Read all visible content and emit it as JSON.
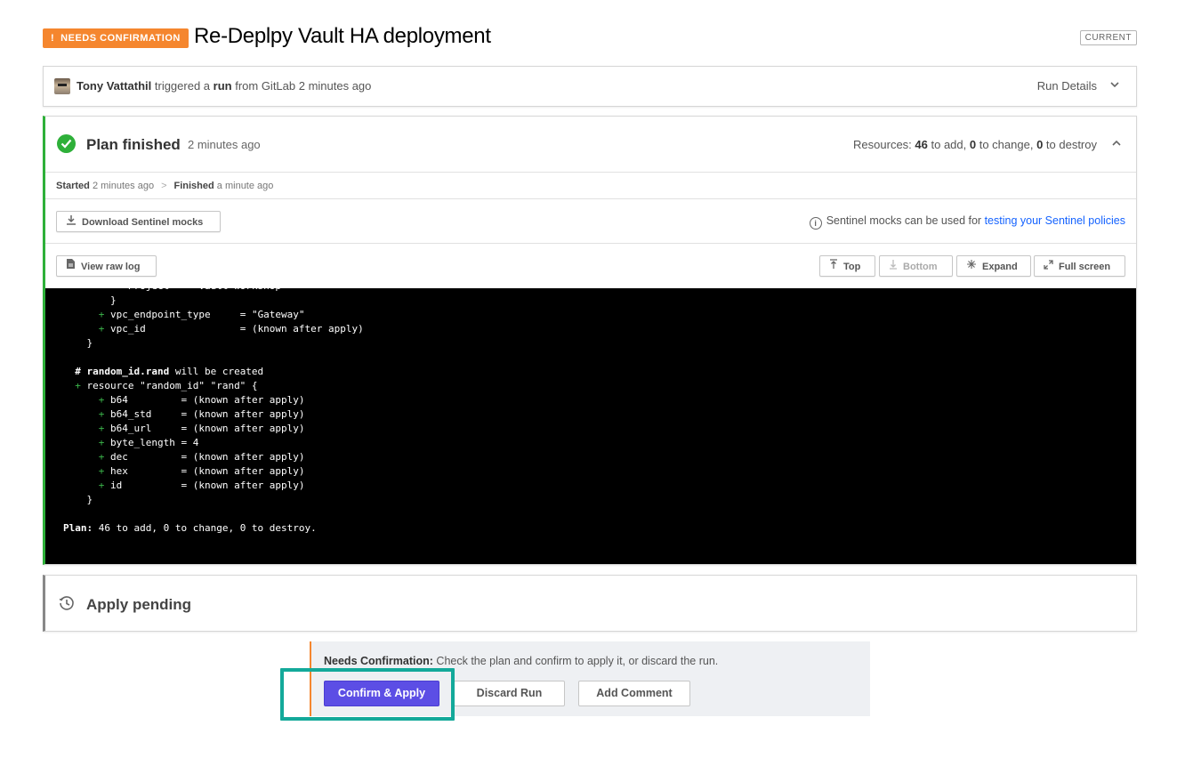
{
  "header": {
    "badge_icon": "!",
    "badge_label": "NEEDS CONFIRMATION",
    "title": "Re-Deplpy Vault HA deployment",
    "current_label": "CURRENT"
  },
  "trigger": {
    "user": "Tony Vattathil",
    "text1": " triggered a ",
    "run_word": "run",
    "text2": " from GitLab 2 minutes ago",
    "details_label": "Run Details"
  },
  "plan": {
    "title": "Plan finished",
    "time": "2 minutes ago",
    "resources_label": "Resources: ",
    "add_count": "46",
    "add_text": " to add, ",
    "change_count": "0",
    "change_text": " to change, ",
    "destroy_count": "0",
    "destroy_text": " to destroy",
    "started_label": "Started",
    "started_time": " 2 minutes ago",
    "sep": ">",
    "finished_label": "Finished",
    "finished_time": " a minute ago",
    "download_label": "Download Sentinel mocks",
    "sentinel_note": "Sentinel mocks can be used for ",
    "sentinel_link": "testing your Sentinel policies",
    "raw_log_label": "View raw log",
    "top_label": "Top",
    "bottom_label": "Bottom",
    "expand_label": "Expand",
    "fullscreen_label": "Full screen"
  },
  "terminal": {
    "lines": [
      {
        "prefix": "",
        "text": "          \"Project\" = \"vault-workshop\"",
        "bold": false
      },
      {
        "prefix": "",
        "text": "        }",
        "bold": false
      },
      {
        "prefix": "      + ",
        "text": "vpc_endpoint_type     = \"Gateway\"",
        "bold": false
      },
      {
        "prefix": "      + ",
        "text": "vpc_id                = (known after apply)",
        "bold": false
      },
      {
        "prefix": "",
        "text": "    }",
        "bold": false
      },
      {
        "prefix": "",
        "text": "",
        "bold": false
      },
      {
        "prefix": "",
        "text": "  # random_id.rand",
        "bold": true,
        "suffix": " will be created"
      },
      {
        "prefix": "  + ",
        "text": "resource \"random_id\" \"rand\" {",
        "bold": false
      },
      {
        "prefix": "      + ",
        "text": "b64         = (known after apply)",
        "bold": false
      },
      {
        "prefix": "      + ",
        "text": "b64_std     = (known after apply)",
        "bold": false
      },
      {
        "prefix": "      + ",
        "text": "b64_url     = (known after apply)",
        "bold": false
      },
      {
        "prefix": "      + ",
        "text": "byte_length = 4",
        "bold": false
      },
      {
        "prefix": "      + ",
        "text": "dec         = (known after apply)",
        "bold": false
      },
      {
        "prefix": "      + ",
        "text": "hex         = (known after apply)",
        "bold": false
      },
      {
        "prefix": "      + ",
        "text": "id          = (known after apply)",
        "bold": false
      },
      {
        "prefix": "",
        "text": "    }",
        "bold": false
      },
      {
        "prefix": "",
        "text": "",
        "bold": false
      },
      {
        "prefix": "",
        "text": "Plan:",
        "bold": true,
        "suffix": " 46 to add, 0 to change, 0 to destroy."
      }
    ]
  },
  "apply": {
    "title": "Apply pending"
  },
  "confirm": {
    "label": "Needs Confirmation:",
    "message": " Check the plan and confirm to apply it, or discard the run.",
    "confirm_button": "Confirm & Apply",
    "discard_button": "Discard Run",
    "comment_button": "Add Comment"
  },
  "colors": {
    "badge": "#f5862e",
    "success": "#2eb039",
    "primary": "#5c4ee5",
    "link": "#1563ff",
    "highlight": "#13a99a"
  }
}
